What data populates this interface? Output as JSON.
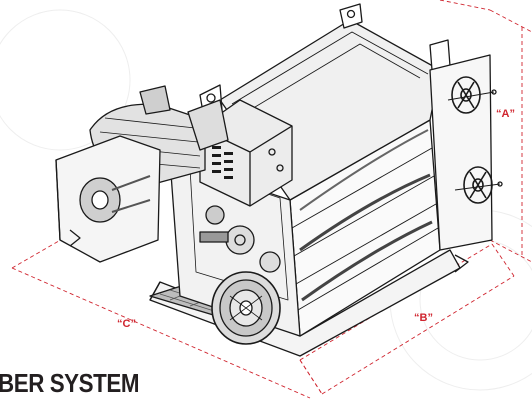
{
  "title": "BER SYSTEM",
  "dimensions": {
    "a": "“A”",
    "b": "“B”",
    "c": "“C”"
  },
  "colors": {
    "dimension_lines": "#d0252f",
    "line_art": "#1a1a1a",
    "background": "#ffffff",
    "title": "#231f20"
  }
}
